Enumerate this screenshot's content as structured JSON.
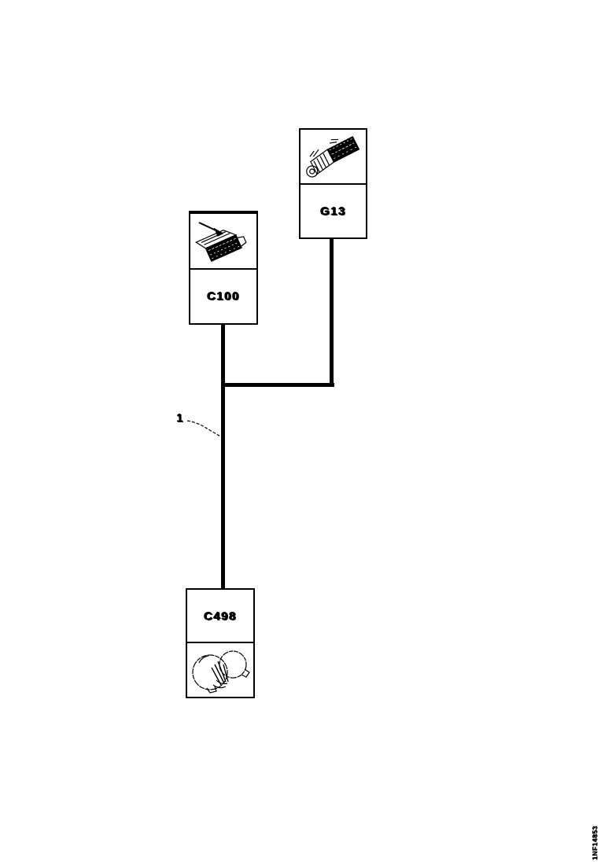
{
  "page": {
    "background": "#ffffff",
    "ink": "#000000",
    "watermark": "1NF14853"
  },
  "diagram": {
    "wire": {
      "label": "1"
    },
    "nodes": [
      {
        "id": "G13",
        "label": "G13",
        "art": "ground-eyelet-terminal-illustration"
      },
      {
        "id": "C100",
        "label": "C100",
        "art": "inline-connector-illustration"
      },
      {
        "id": "C498",
        "label": "C498",
        "art": "pump-motor-illustration"
      }
    ]
  }
}
